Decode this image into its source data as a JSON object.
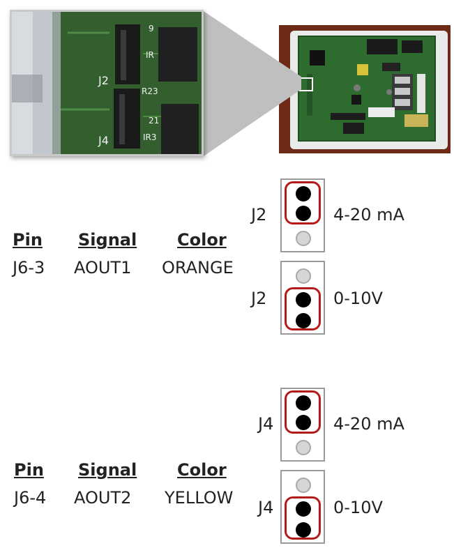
{
  "photo": {
    "silk_labels": [
      "J2",
      "J4",
      "R23",
      "21",
      "IR3",
      "9",
      "IR"
    ]
  },
  "tables": [
    {
      "headers": {
        "pin": "Pin",
        "signal": "Signal",
        "color": "Color"
      },
      "row": {
        "pin": "J6-3",
        "signal": "AOUT1",
        "color": "ORANGE"
      }
    },
    {
      "headers": {
        "pin": "Pin",
        "signal": "Signal",
        "color": "Color"
      },
      "row": {
        "pin": "J6-4",
        "signal": "AOUT2",
        "color": "YELLOW"
      }
    }
  ],
  "jumpers": [
    {
      "label": "J2",
      "value": "4-20 mA",
      "selected": "top"
    },
    {
      "label": "J2",
      "value": "0-10V",
      "selected": "bottom"
    },
    {
      "label": "J4",
      "value": "4-20 mA",
      "selected": "top"
    },
    {
      "label": "J4",
      "value": "0-10V",
      "selected": "bottom"
    }
  ],
  "colors": {
    "selection_outline": "#b31b1b",
    "pin_active": "#000000",
    "pin_inactive": "#d6d6d6"
  }
}
